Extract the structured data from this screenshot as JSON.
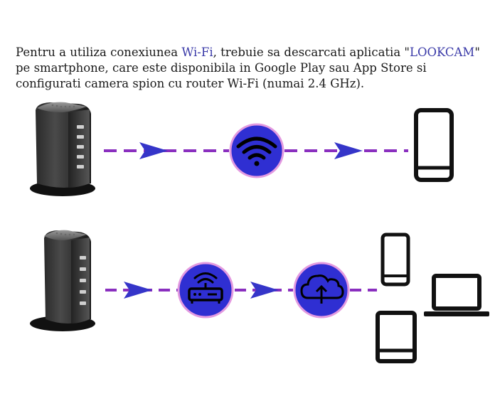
{
  "intro": {
    "part1": "Pentru a utiliza conexiunea ",
    "wifi": "Wi-Fi",
    "part2": ", trebuie sa descarcati aplicatia \"",
    "app": "LOOKCAM",
    "part3": "\" pe smartphone, care este disponibila in Google Play sau App Store si configurati camera spion cu router Wi-Fi (numai 2.4 GHz)."
  },
  "diagram": {
    "row1": [
      "camera-charger",
      "wifi-icon",
      "smartphone-icon"
    ],
    "row2": [
      "camera-charger",
      "router-icon",
      "cloud-upload-icon",
      "smartphone-icon",
      "laptop-icon",
      "tablet-icon"
    ]
  },
  "colors": {
    "dash": "#8a2fbf",
    "arrow": "#3535c9",
    "circle_fill": "#2f2fd2",
    "circle_ring": "#e39ae0",
    "device": "#111111",
    "hl_text": "#3a3aa8"
  }
}
